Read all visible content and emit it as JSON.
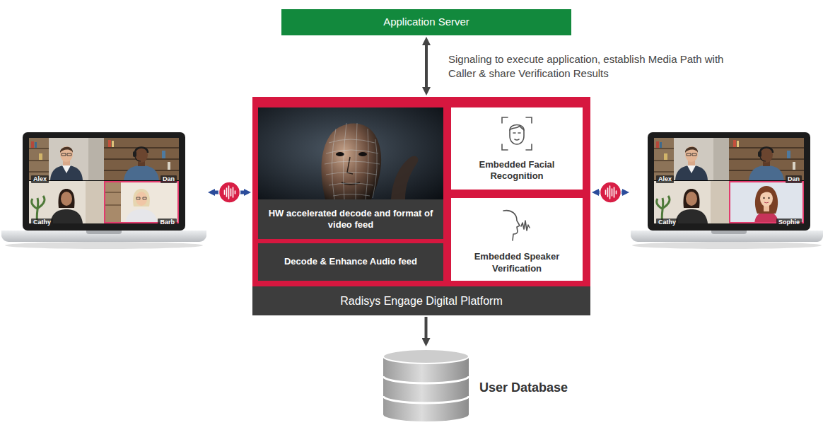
{
  "diagram": {
    "nodes": [
      {
        "text": [
          "Application Server"
        ]
      },
      {
        "text": [
          "Alex",
          "Dan",
          "Cathy",
          "Barb"
        ]
      },
      {
        "text": [
          "Radisys Engage Digital Platform"
        ]
      },
      {
        "text": [
          "HW accelerated decode and format of video feed"
        ],
        "in": 2
      },
      {
        "text": [
          "Embedded Facial Recognition"
        ],
        "in": 2
      },
      {
        "text": [
          "Decode & Enhance Audio feed"
        ],
        "in": 2
      },
      {
        "text": [
          "Embedded Speaker Verification"
        ],
        "in": 2
      },
      {
        "text": [
          "Alex",
          "Dan",
          "Cathy",
          "Sophie"
        ]
      },
      {
        "text": [
          "User Database"
        ]
      }
    ],
    "edges": [
      {
        "from": 0,
        "to": 2,
        "arrow": "both",
        "label": "Signaling to execute application, establish Media Path with Caller & share Verification Results"
      },
      {
        "from": 1,
        "to": 2,
        "arrow": "both"
      },
      {
        "from": 2,
        "to": 7,
        "arrow": "both"
      },
      {
        "from": 2,
        "to": 8,
        "arrow": "to"
      }
    ]
  }
}
